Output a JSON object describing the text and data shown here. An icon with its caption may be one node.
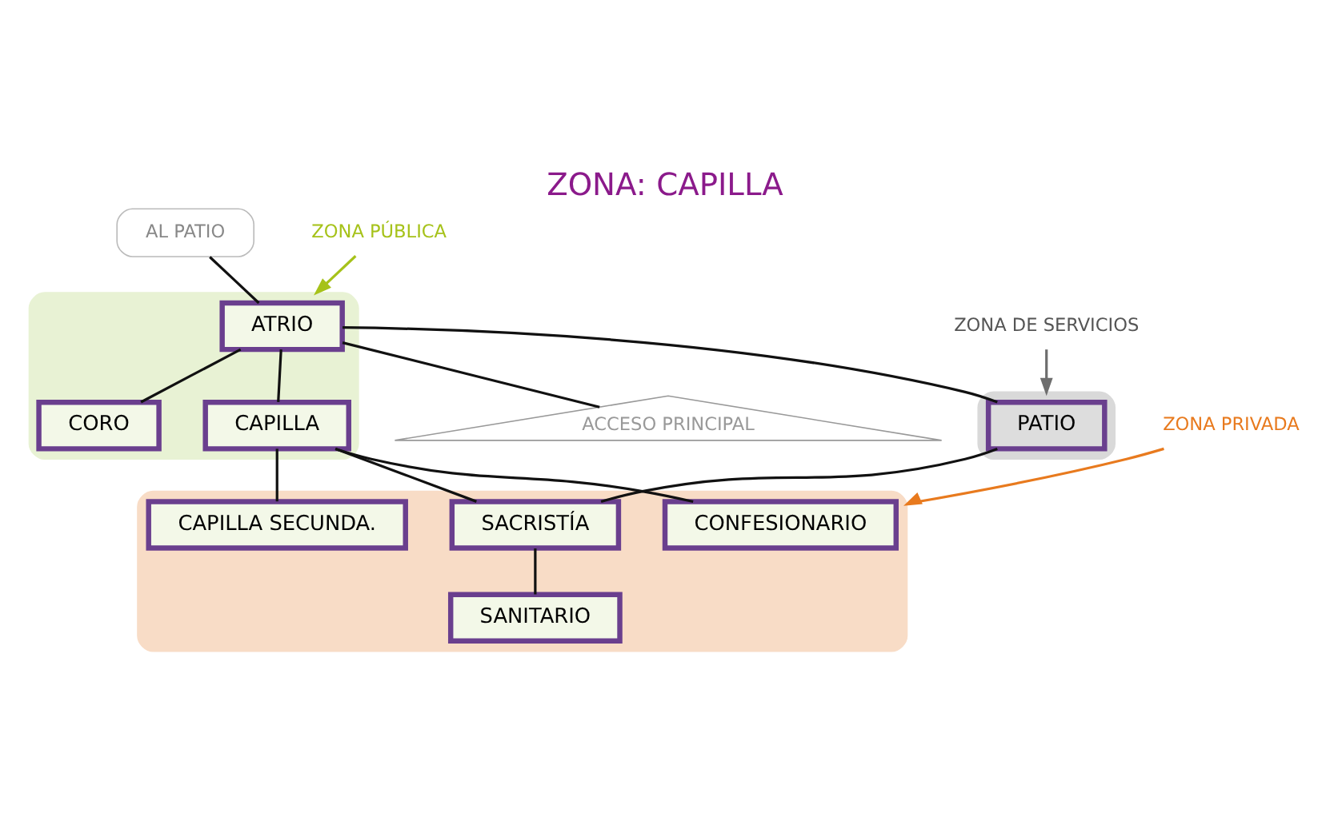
{
  "diagram": {
    "title": "ZONA: CAPILLA",
    "nodes": [
      {
        "text": [
          "AL PATIO"
        ]
      },
      {
        "text": [],
        "shape": "box"
      },
      {
        "text": [
          "ATRIO"
        ],
        "in": 1
      },
      {
        "text": [
          "CORO"
        ],
        "in": 1
      },
      {
        "text": [
          "CAPILLA"
        ],
        "in": 1
      },
      {
        "text": [
          "ZONA PÚBLICA"
        ]
      },
      {
        "text": [],
        "shape": "box"
      },
      {
        "text": [
          "CONFESIONARIO"
        ],
        "in": 6
      },
      {
        "text": [
          "CAPILLA SECUNDA."
        ],
        "in": 6
      },
      {
        "text": [],
        "shape": "box"
      },
      {
        "text": [
          "PATIO"
        ],
        "in": 9
      },
      {
        "text": [
          "SACRISTÍA"
        ],
        "in": 6
      },
      {
        "text": [
          "SANITARIO"
        ],
        "in": 6
      },
      {
        "text": [
          "ACCESO PRINCIPAL"
        ]
      },
      {
        "text": [
          "ZONA DE SERVICIOS"
        ]
      },
      {
        "text": [
          "ZONA PRIVADA"
        ]
      }
    ],
    "edges": [
      {
        "from": 0,
        "to": 2,
        "arrow": "none"
      },
      {
        "from": 2,
        "to": 3,
        "arrow": "none"
      },
      {
        "from": 2,
        "to": 4,
        "arrow": "none"
      },
      {
        "from": 4,
        "to": 7,
        "arrow": "none"
      },
      {
        "from": 4,
        "to": 8,
        "arrow": "none"
      },
      {
        "from": 2,
        "to": 10,
        "arrow": "none"
      },
      {
        "from": 10,
        "to": 11,
        "arrow": "none"
      },
      {
        "from": 4,
        "to": 11,
        "arrow": "none"
      },
      {
        "from": 11,
        "to": 12,
        "arrow": "none"
      },
      {
        "from": 2,
        "to": 13,
        "arrow": "none"
      },
      {
        "from": 5,
        "to": 1,
        "arrow": "to",
        "color": "#a6c21a"
      },
      {
        "from": 14,
        "to": 9,
        "arrow": "to",
        "color": "#6e6e6e"
      },
      {
        "from": 15,
        "to": 6,
        "arrow": "to",
        "color": "#e87a1e"
      }
    ]
  }
}
